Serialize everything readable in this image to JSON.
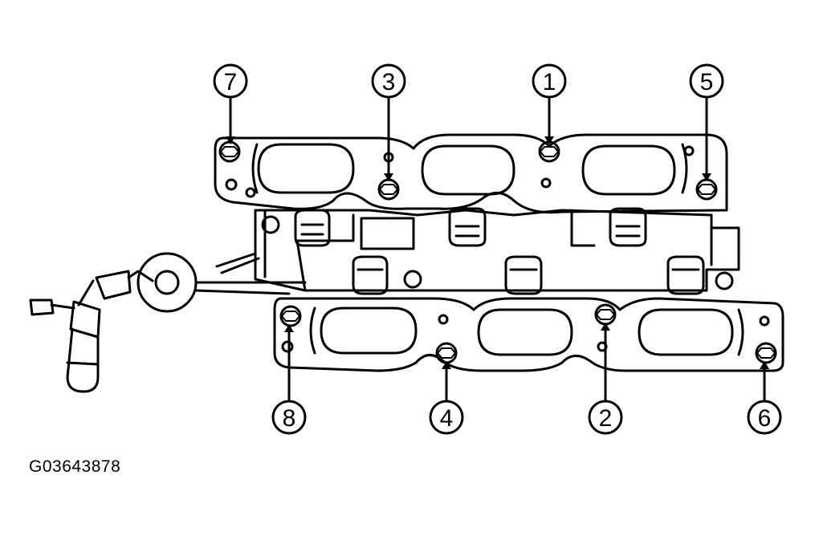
{
  "figure_id": "G03643878",
  "colors": {
    "line": "#000000",
    "background": "#ffffff"
  },
  "callouts": [
    {
      "id": "c7",
      "label": "7"
    },
    {
      "id": "c3",
      "label": "3"
    },
    {
      "id": "c1",
      "label": "1"
    },
    {
      "id": "c5",
      "label": "5"
    },
    {
      "id": "c8",
      "label": "8"
    },
    {
      "id": "c4",
      "label": "4"
    },
    {
      "id": "c2",
      "label": "2"
    },
    {
      "id": "c6",
      "label": "6"
    }
  ]
}
